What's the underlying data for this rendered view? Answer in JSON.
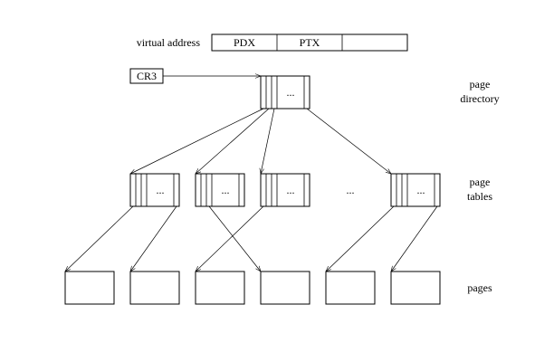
{
  "virtual_address": {
    "label": "virtual address",
    "fields": [
      "PDX",
      "PTX",
      ""
    ]
  },
  "cr3": {
    "label": "CR3"
  },
  "page_directory": {
    "cell_text": "...",
    "label_lines": [
      "page",
      "directory"
    ]
  },
  "page_tables": {
    "cell_text": "...",
    "gap_text": "...",
    "label_lines": [
      "page",
      "tables"
    ]
  },
  "pages": {
    "label": "pages"
  },
  "colors": {
    "ink": "#000000",
    "background": "#ffffff"
  }
}
